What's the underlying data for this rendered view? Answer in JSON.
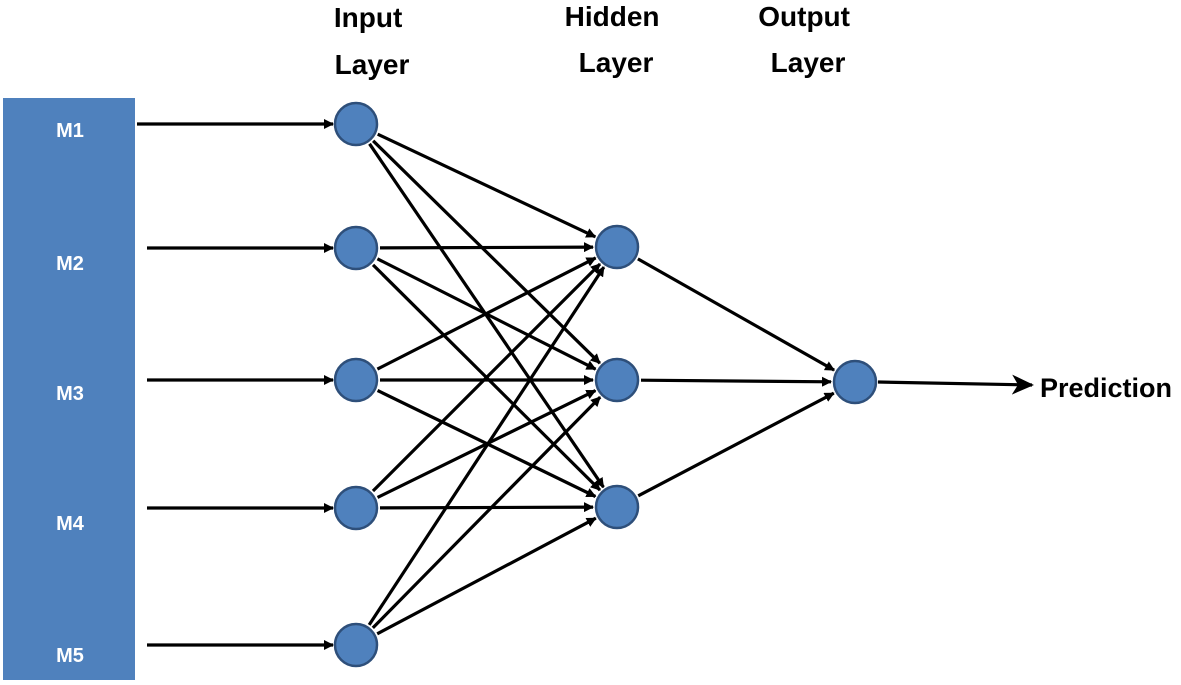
{
  "colors": {
    "input_panel": "#4f81bd",
    "node_fill": "#4f81bd",
    "node_stroke": "#2e4f7a",
    "edge": "#000000",
    "panel_text": "#ffffff"
  },
  "layer_titles": {
    "input": [
      "Input",
      "Layer"
    ],
    "hidden": [
      "Hidden",
      "Layer"
    ],
    "output": [
      "Output",
      "Layer"
    ]
  },
  "inputs": [
    "M1",
    "M2",
    "M3",
    "M4",
    "M5"
  ],
  "prediction_label": "Prediction",
  "network": {
    "input_nodes": 5,
    "hidden_nodes": 3,
    "output_nodes": 1,
    "connectivity": "fully-connected"
  }
}
